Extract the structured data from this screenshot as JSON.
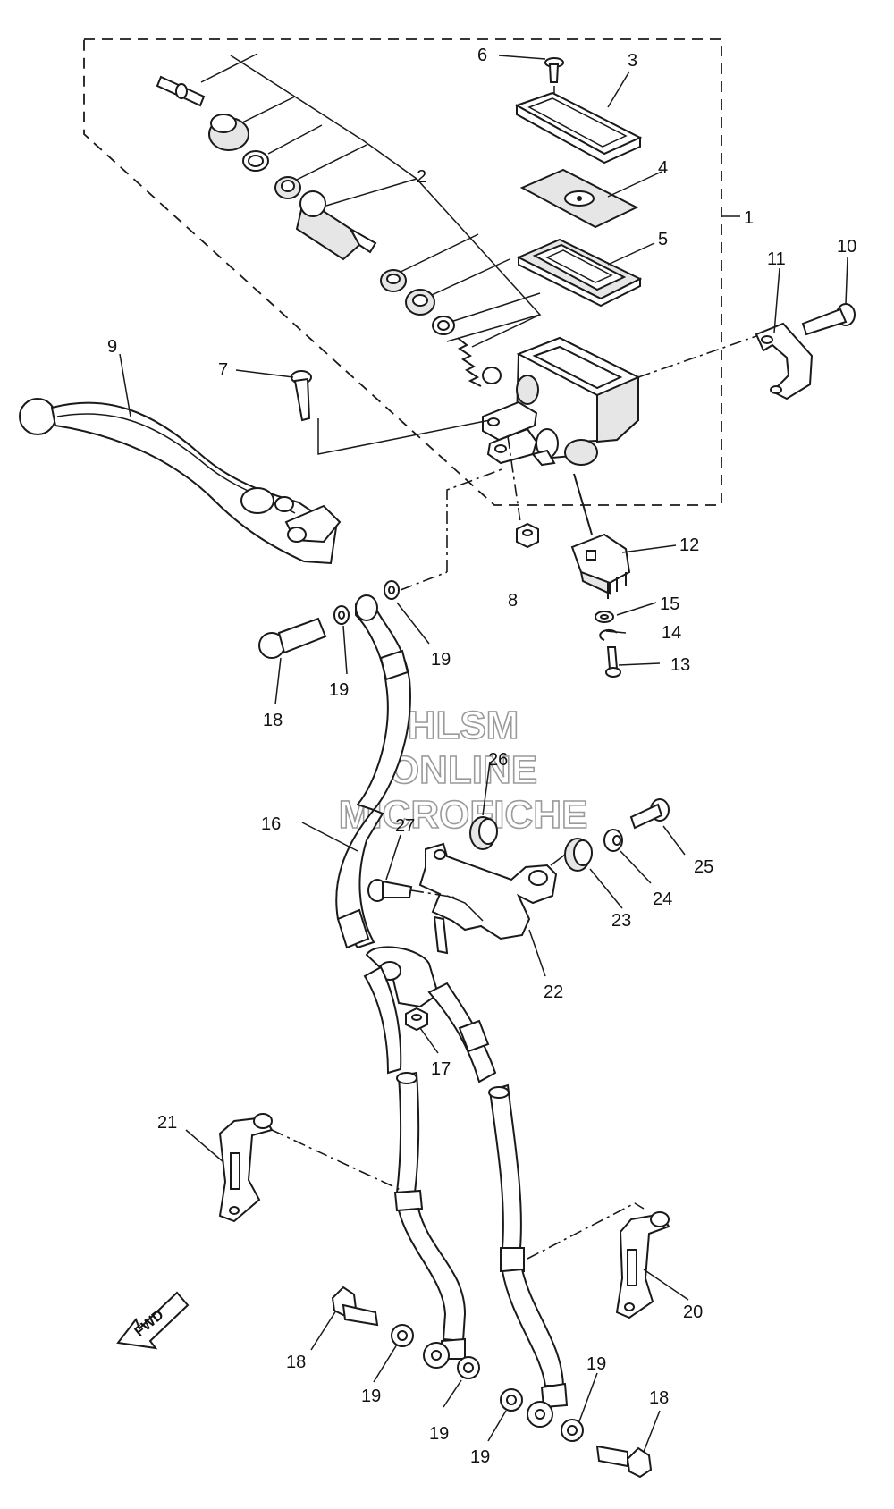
{
  "watermark": {
    "line1": "HLSM",
    "line2": "ONLINE",
    "line3": "MICROFICHE"
  },
  "fwd_label": "FWD",
  "labels": {
    "l1": "1",
    "l2": "2",
    "l3": "3",
    "l4": "4",
    "l5": "5",
    "l6": "6",
    "l7": "7",
    "l8": "8",
    "l9": "9",
    "l10": "10",
    "l11": "11",
    "l12": "12",
    "l13": "13",
    "l14": "14",
    "l15": "15",
    "l16": "16",
    "l17": "17",
    "l18a": "18",
    "l18b": "18",
    "l18c": "18",
    "l19a": "19",
    "l19b": "19",
    "l19c": "19",
    "l19d": "19",
    "l19e": "19",
    "l19f": "19",
    "l20": "20",
    "l21": "21",
    "l22": "22",
    "l23": "23",
    "l24": "24",
    "l25": "25",
    "l26": "26",
    "l27": "27"
  }
}
